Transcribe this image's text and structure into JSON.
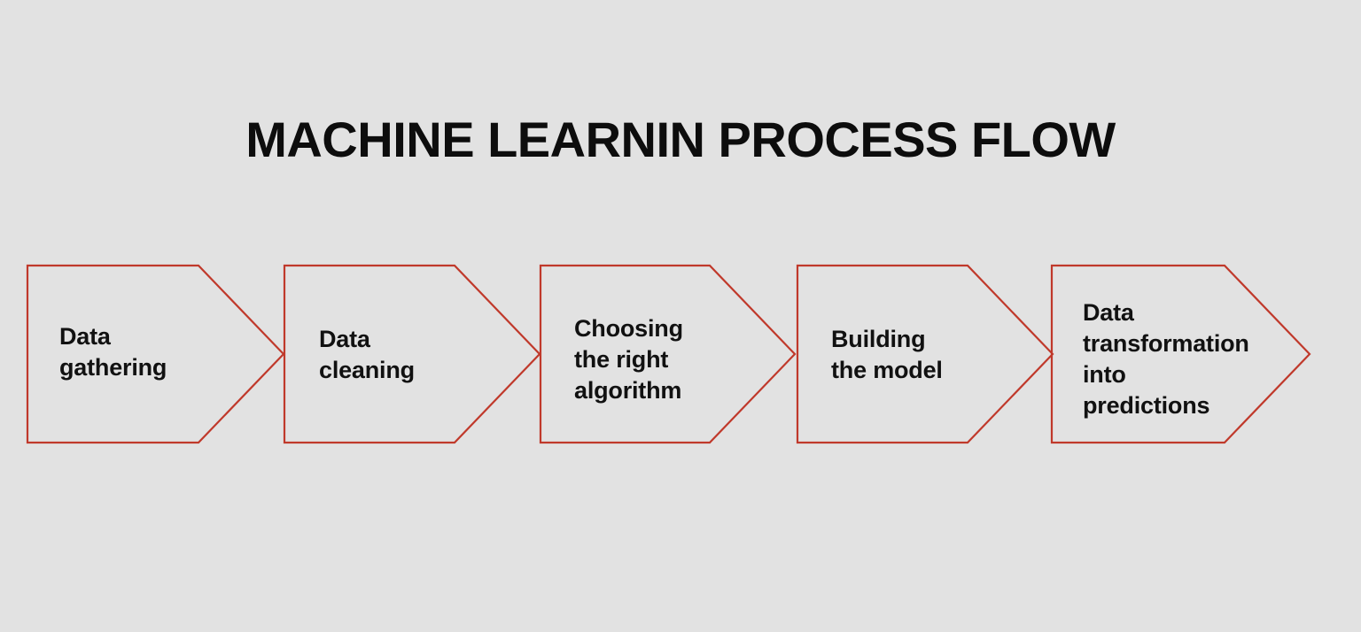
{
  "slide": {
    "background_color": "#e2e2e2",
    "title": "MACHINE LEARNIN PROCESS FLOW",
    "title_color": "#0d0d0d"
  },
  "diagram": {
    "type": "chevron-process-flow",
    "accent_color": "#c0392b",
    "step_count": 5,
    "steps": [
      {
        "index": 1,
        "label": "Data\ngathering",
        "name": "data-gathering"
      },
      {
        "index": 2,
        "label": "Data\ncleaning",
        "name": "data-cleaning"
      },
      {
        "index": 3,
        "label": "Choosing\nthe right\nalgorithm",
        "name": "choosing-the-right-algorithm"
      },
      {
        "index": 4,
        "label": "Building\nthe model",
        "name": "building-the-model"
      },
      {
        "index": 5,
        "label": "Data\ntransformation\ninto\npredictions",
        "name": "data-transformation-into-predictions"
      }
    ]
  }
}
